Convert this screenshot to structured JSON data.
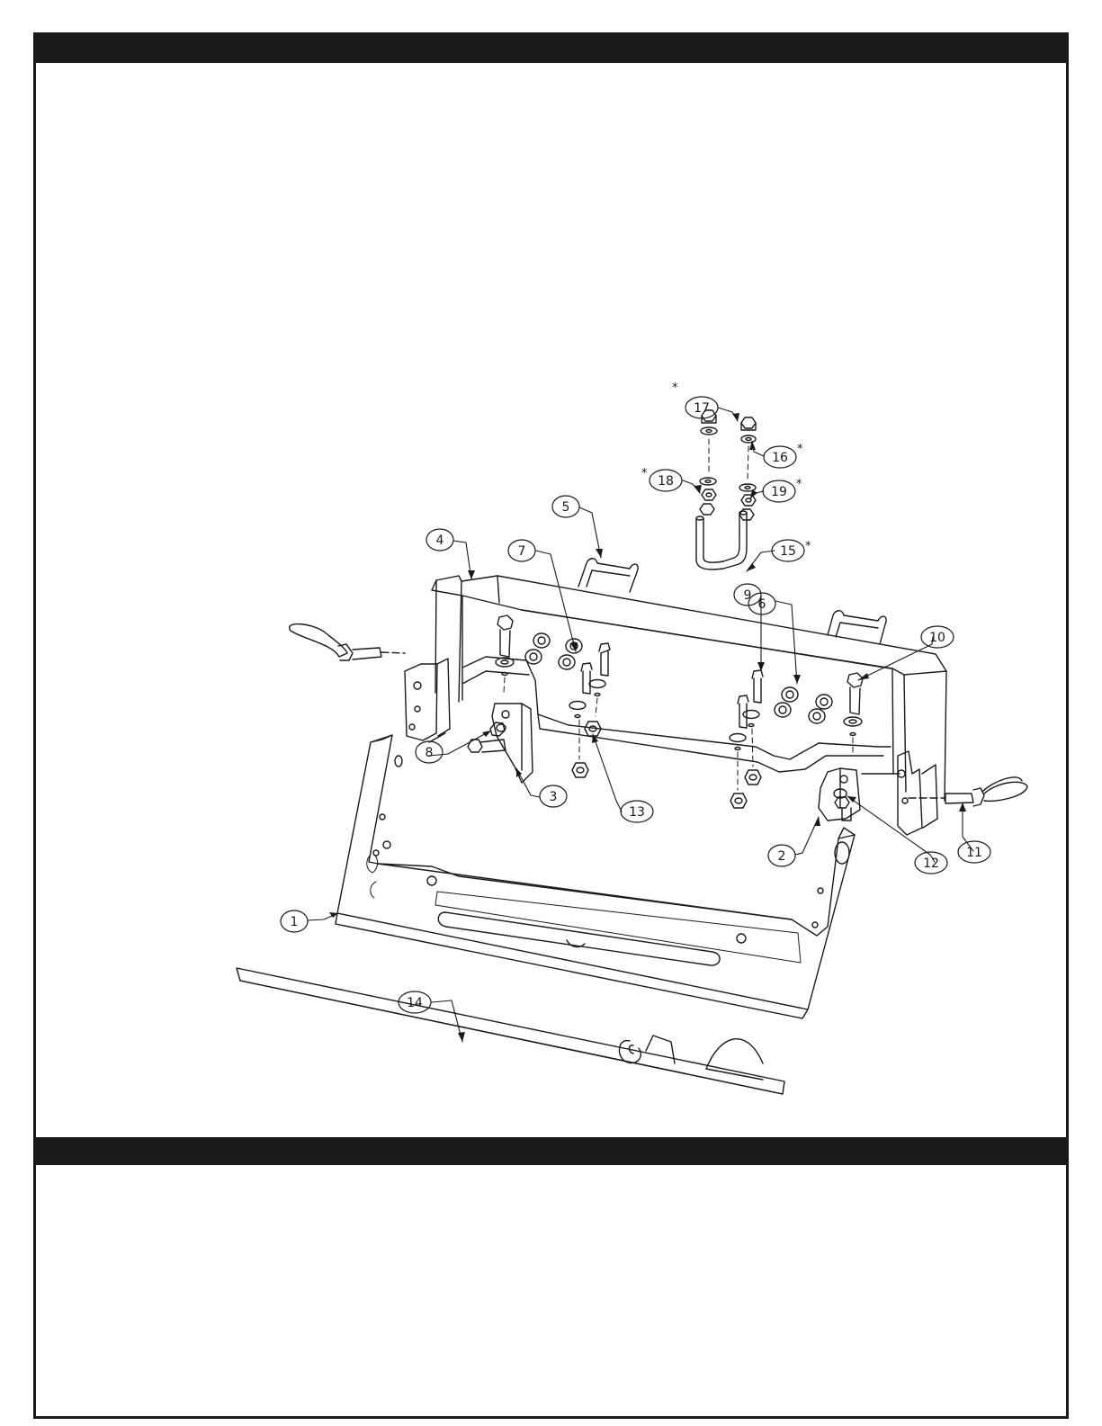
{
  "header": {
    "title": ""
  },
  "parts_section": {
    "title": ""
  },
  "callouts": [
    {
      "id": "c1",
      "label": "1",
      "starred": false
    },
    {
      "id": "c2",
      "label": "2",
      "starred": false
    },
    {
      "id": "c3",
      "label": "3",
      "starred": false
    },
    {
      "id": "c4",
      "label": "4",
      "starred": false
    },
    {
      "id": "c5",
      "label": "5",
      "starred": false
    },
    {
      "id": "c6",
      "label": "6",
      "starred": false
    },
    {
      "id": "c7",
      "label": "7",
      "starred": false
    },
    {
      "id": "c8",
      "label": "8",
      "starred": false
    },
    {
      "id": "c9",
      "label": "9",
      "starred": false
    },
    {
      "id": "c10",
      "label": "10",
      "starred": false
    },
    {
      "id": "c11",
      "label": "11",
      "starred": false
    },
    {
      "id": "c12",
      "label": "12",
      "starred": false
    },
    {
      "id": "c13",
      "label": "13",
      "starred": false
    },
    {
      "id": "c14",
      "label": "14",
      "starred": false
    },
    {
      "id": "c15",
      "label": "15",
      "starred": true
    },
    {
      "id": "c16",
      "label": "16",
      "starred": true
    },
    {
      "id": "c17",
      "label": "17",
      "starred": true
    },
    {
      "id": "c18",
      "label": "18",
      "starred": true
    },
    {
      "id": "c19",
      "label": "19",
      "starred": true
    }
  ],
  "star_symbol": "*",
  "colors": {
    "ink": "#1a1a1a",
    "paper": "#ffffff"
  }
}
